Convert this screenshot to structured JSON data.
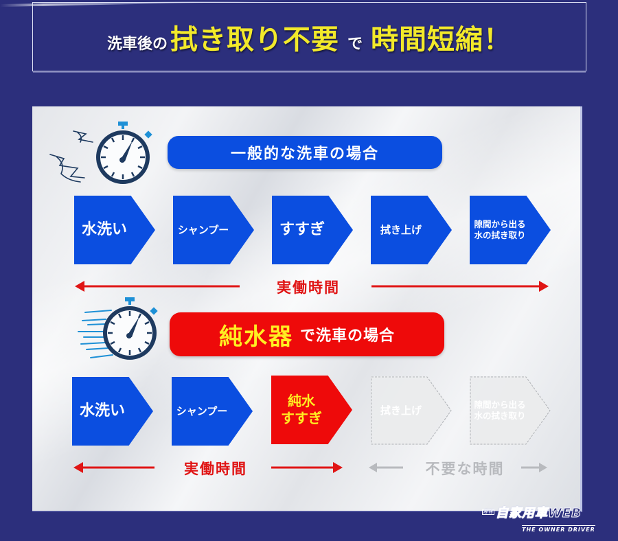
{
  "header": {
    "title_prefix": "洗車後の",
    "title_highlight_1": "拭き取り不要",
    "title_connector": "で",
    "title_highlight_2": "時間短縮！"
  },
  "colors": {
    "background": "#2c2f7c",
    "title_yellow": "#f2e92a",
    "step_blue": "#0b4ee0",
    "step_red": "#ee0a0a",
    "highlight_yellow": "#ffee22",
    "arrow_red": "#e01515",
    "arrow_gray": "#b8babe",
    "stopwatch_navy": "#1e3a5f",
    "stopwatch_cyan": "#1e90d6"
  },
  "section_general": {
    "icon": "stopwatch-icon",
    "banner": "一般的な洗車の場合",
    "steps": [
      {
        "label": "水洗い",
        "style": "blue"
      },
      {
        "label": "シャンプー",
        "style": "blue"
      },
      {
        "label": "すすぎ",
        "style": "blue"
      },
      {
        "label": "拭き上げ",
        "style": "blue"
      },
      {
        "label_line1": "隙間から出る",
        "label_line2": "水の拭き取り",
        "style": "blue"
      }
    ],
    "timeline_label": "実働時間"
  },
  "section_purewater": {
    "icon": "fast-stopwatch-icon",
    "banner_highlight": "純水器",
    "banner_rest": "で洗車の場合",
    "steps": [
      {
        "label": "水洗い",
        "style": "blue"
      },
      {
        "label": "シャンプー",
        "style": "blue"
      },
      {
        "label_line1": "純水",
        "label_line2": "すすぎ",
        "style": "red"
      },
      {
        "label": "拭き上げ",
        "style": "ghost"
      },
      {
        "label_line1": "隙間から出る",
        "label_line2": "水の拭き取り",
        "style": "ghost"
      }
    ],
    "timeline_label_active": "実働時間",
    "timeline_label_unneeded": "不要な時間"
  },
  "logo": {
    "tag": "月刊",
    "name": "自家用車WEB",
    "subtitle": "THE OWNER DRIVER"
  }
}
